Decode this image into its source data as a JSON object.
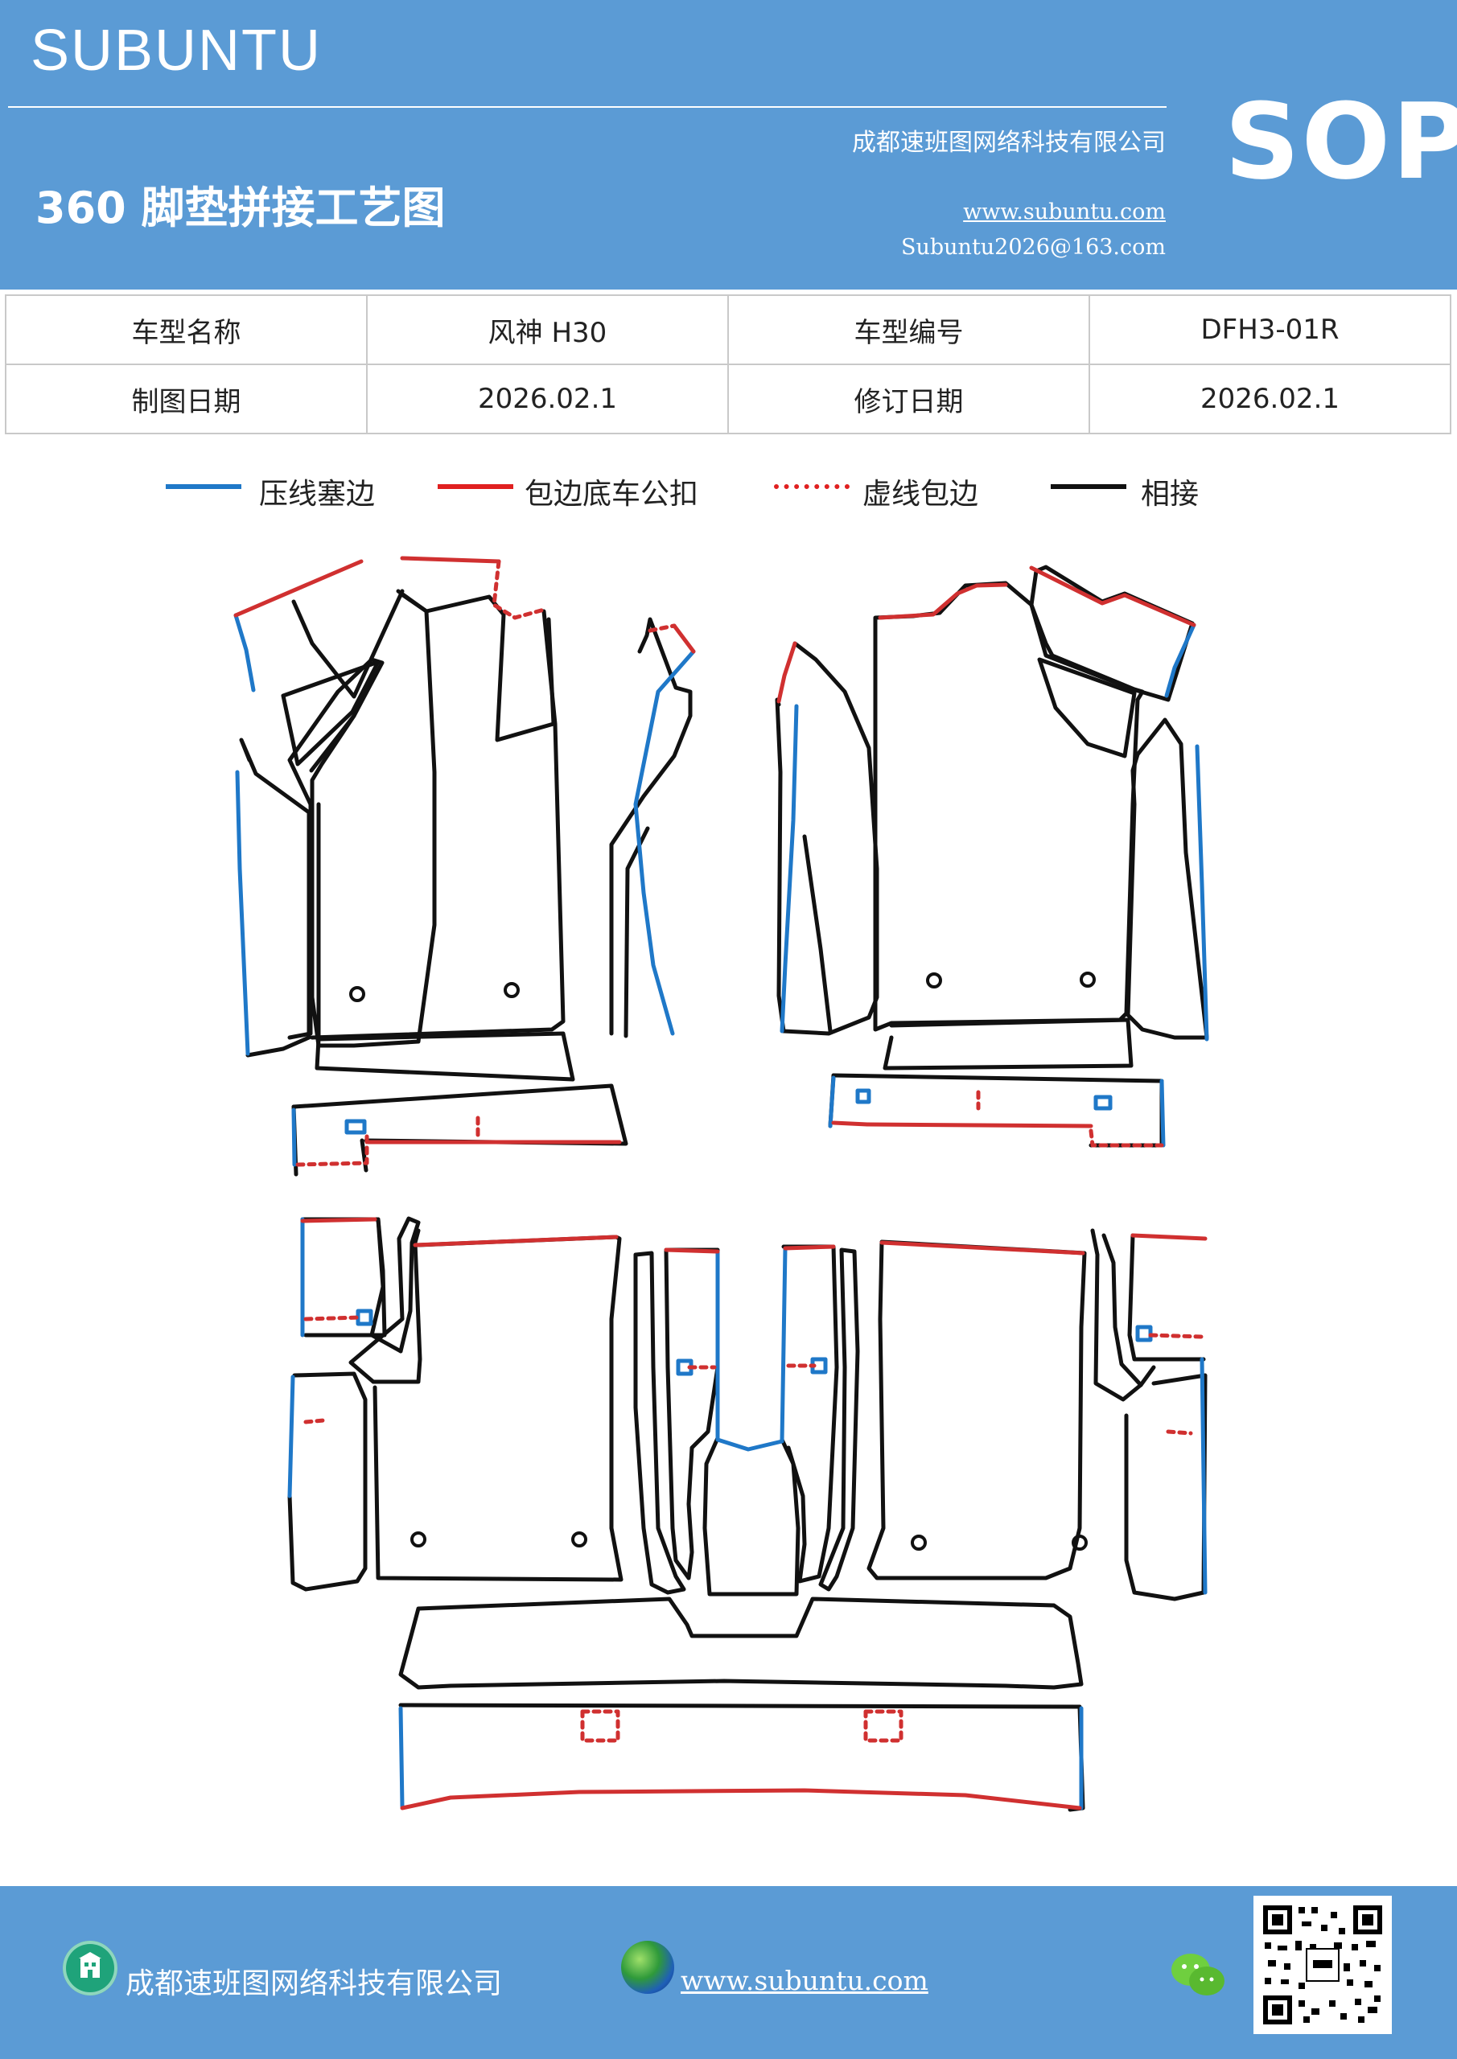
{
  "header": {
    "brand": "SUBUNTU",
    "company": "成都速班图网络科技有限公司",
    "title": "360 脚垫拼接工艺图",
    "website": "www.subuntu.com",
    "email": "Subuntu2026@163.com",
    "badge": "SOP"
  },
  "info_table": {
    "rows": [
      [
        "车型名称",
        "风神 H30",
        "车型编号",
        "DFH3-01R"
      ],
      [
        "制图日期",
        "2026.02.1",
        "修订日期",
        "2026.02.1"
      ]
    ]
  },
  "legend": [
    {
      "label": "压线塞边",
      "color": "#1f78c8",
      "style": "solid"
    },
    {
      "label": "包边底车公扣",
      "color": "#e02020",
      "style": "solid"
    },
    {
      "label": "虚线包边",
      "color": "#e02020",
      "style": "dotted"
    },
    {
      "label": "相接",
      "color": "#111111",
      "style": "solid"
    }
  ],
  "colors": {
    "header_bg": "#5b9bd5",
    "blue_line": "#1f78c8",
    "red_line": "#d03030",
    "black_line": "#111111"
  },
  "footer": {
    "company": "成都速班图网络科技有限公司",
    "website": "www.subuntu.com",
    "icons": [
      "building-icon",
      "globe-icon",
      "wechat-icon",
      "qr-code"
    ]
  }
}
